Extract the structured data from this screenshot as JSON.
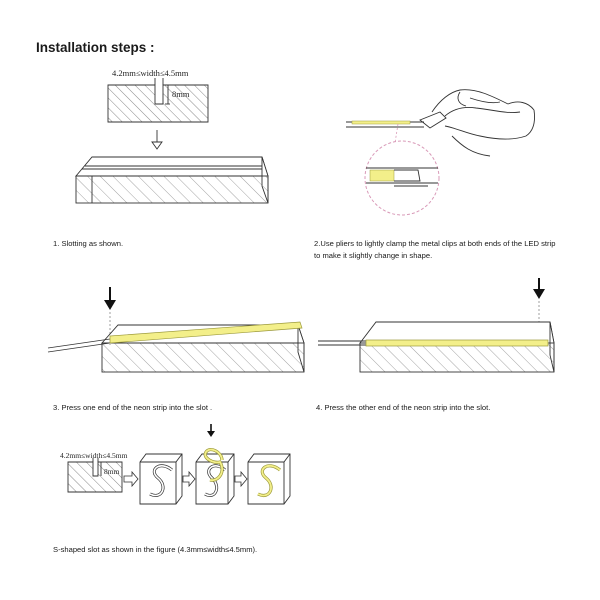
{
  "header": {
    "title": "Installation steps :"
  },
  "diagram1": {
    "dimension_label": "4.2mm≤width≤4.5mm",
    "depth_label": "8mm"
  },
  "captions": {
    "step1": "1. Slotting as shown.",
    "step2_line1": "2.Use pliers to lightly clamp the metal clips at both ends of the LED strip",
    "step2_line2": "to make it slightly change in shape.",
    "step3": "3. Press one end of the neon strip into the slot .",
    "step4": "4. Press the other end of the neon strip into the slot.",
    "step5": "S-shaped slot as shown in the figure (4.3mm≤width≤4.5mm)."
  },
  "diagram5": {
    "dimension_label": "4.2mm≤width≤4.5mm",
    "depth_label": "8mm"
  },
  "colors": {
    "neon": "#f3ef8a",
    "neon_outline": "#9c9a3c",
    "loupe": "#d99ab8",
    "line": "#333333"
  }
}
